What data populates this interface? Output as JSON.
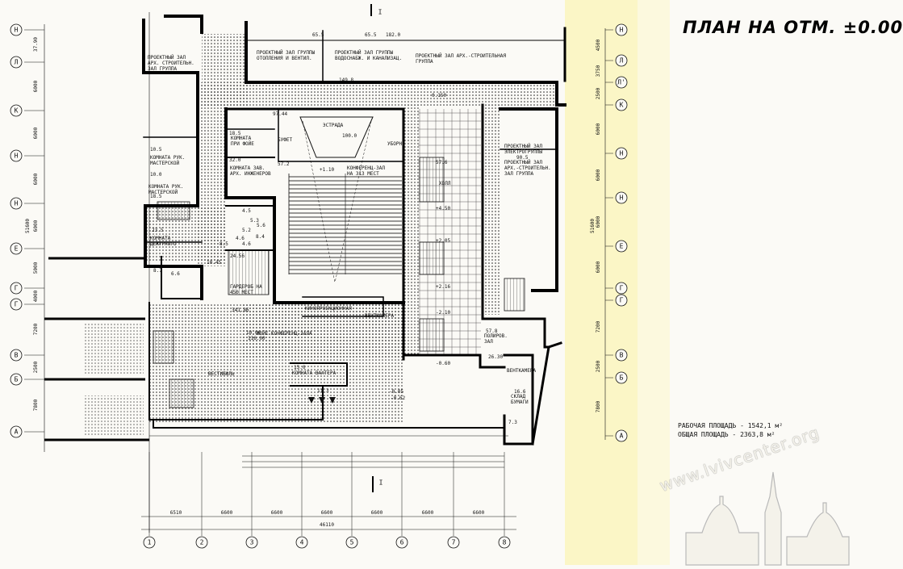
{
  "drawing": {
    "title": "ПЛАН НА ОТМ. ±0.00",
    "work_area": "РАБОЧАЯ ПЛОЩАДЬ - 1542,1 м²",
    "total_area": "ОБЩАЯ ПЛОЩАДЬ - 2363,8 м²",
    "watermark": "www.lvivcenter.org",
    "section_mark": "I"
  },
  "axes": {
    "bottom": [
      "1",
      "2",
      "3",
      "4",
      "5",
      "6",
      "7",
      "8"
    ],
    "left": [
      "Н",
      "Л",
      "К",
      "Н",
      "Н",
      "Е",
      "Г",
      "Г",
      "В",
      "Б",
      "А"
    ],
    "right": [
      "Н",
      "Л",
      "Л'",
      "К",
      "Н",
      "Н",
      "Е",
      "Г",
      "Г",
      "В",
      "Б",
      "А"
    ],
    "bottom_dims": [
      "6510",
      "6600",
      "6600",
      "6600",
      "6600",
      "6600",
      "6600"
    ],
    "total_dim": "46110",
    "left_dims": [
      "37.90",
      "6000",
      "6000",
      "6000",
      "6000",
      "5000",
      "4000",
      "7200",
      "2500",
      "7800"
    ],
    "right_dims": [
      "4500",
      "3750",
      "2500",
      "6000",
      "6000",
      "6000",
      "6000",
      "7200",
      "2500",
      "7800"
    ],
    "overall_dim": "51600"
  },
  "rooms": [
    {
      "id": "r1",
      "text": "ПРОЕКТНЫЙ ЗАЛ\nАРХ. СТРОИТЕЛЬН.\nЗАЛ ГРУППА"
    },
    {
      "id": "r2",
      "text": "ПРОЕКТНЫЙ ЗАЛ ГРУППЫ\nОТОПЛЕНИЯ И ВЕНТИЛ."
    },
    {
      "id": "r3",
      "text": "ПРОЕКТНЫЙ ЗАЛ ГРУППЫ\nВОДОСНАБЖ. И КАНАЛИЗАЦ."
    },
    {
      "id": "r4",
      "text": "ПРОЕКТНЫЙ ЗАЛ АРХ.-СТРОИТЕЛЬНАЯ\nГРУППА"
    },
    {
      "id": "r5",
      "text": "КОМНАТА\nПРИ ФОЙЕ"
    },
    {
      "id": "r6",
      "text": "КОМНАТА ЗАВ.\nАРХ. ИНЖЕНЕРОВ"
    },
    {
      "id": "r7",
      "text": "КОНФЕРЕНЦ-ЗАЛ\nНА 313 МЕСТ"
    },
    {
      "id": "r8",
      "text": "ЭСТРАДА"
    },
    {
      "id": "r9",
      "text": "КОМНАТА РУК.\nМАСТЕРСКОЙ"
    },
    {
      "id": "r10",
      "text": "КОМНАТА РУК.\nМАСТЕРСКОЙ"
    },
    {
      "id": "r11",
      "text": "КОМНАТА\nДЕЖУРНОГО"
    },
    {
      "id": "r12",
      "text": "ГАРДЕРОБ НА\n450 МЕСТ"
    },
    {
      "id": "r13",
      "text": "БУФЕТ"
    },
    {
      "id": "r14",
      "text": "ФОЙЕ КОНФЕРЕНЦ-ЗАЛА"
    },
    {
      "id": "r15",
      "text": "ВЕСТИБЮЛЬ"
    },
    {
      "id": "r16",
      "text": "КОМНАТА ВАХТЕРА"
    },
    {
      "id": "r17",
      "text": "КИНОПРОЕКЦИОННАЯ"
    },
    {
      "id": "r18",
      "text": "ВЕНТКАМЕРА"
    },
    {
      "id": "r19",
      "text": "ПРОЕКТНЫЙ ЗАЛ\nЭЛЕКТРОГРУППЫ"
    },
    {
      "id": "r20",
      "text": "ПРОЕКТНЫЙ ЗАЛ\nАРХ.-СТРОИТЕЛЬН.\nЗАЛ ГРУППА"
    },
    {
      "id": "r21",
      "text": "ПОЛИРОВ.\nЗАЛ"
    },
    {
      "id": "r22",
      "text": "ВЕНТКАМЕРА"
    },
    {
      "id": "r23",
      "text": "СКЛАД\nБУМАГИ"
    },
    {
      "id": "r24",
      "text": "ХОЛЛ"
    },
    {
      "id": "r25",
      "text": "УБОРН."
    }
  ],
  "numbers": {
    "n1": "65.5",
    "n2": "65.5",
    "n3": "182.0",
    "n4": "149.8",
    "n5": "0.150",
    "n6": "97.44",
    "n7": "18.5",
    "n8": "32.0",
    "n9": "57.2",
    "n10": "10.5",
    "n11": "10.0",
    "n12": "18.5",
    "n13": "23.5",
    "n14": "8.5",
    "n15": "10.45",
    "n16": "6.6",
    "n17": "8.7",
    "n18": "24.56",
    "n19": "341.86",
    "n20": "10.06",
    "n21": "116.00",
    "n22": "15.0",
    "n23": "11.3",
    "n24": "-0.05",
    "n25": "-0.62",
    "n26": "57.8",
    "n27": "90.5",
    "n28": "26.30",
    "n29": "16.6",
    "n30": "7.3",
    "n31": "+1.10",
    "n32": "+2.16",
    "n33": "-2.10",
    "n34": "-0.60",
    "n35": "+2.05",
    "n36": "+4.50",
    "n37": "57.6",
    "n38": "100.0",
    "n39": "4.5",
    "n40": "5.3",
    "n41": "5.2",
    "n42": "4.6",
    "n43": "4.6",
    "n44": "8.4",
    "n45": "5.6"
  }
}
